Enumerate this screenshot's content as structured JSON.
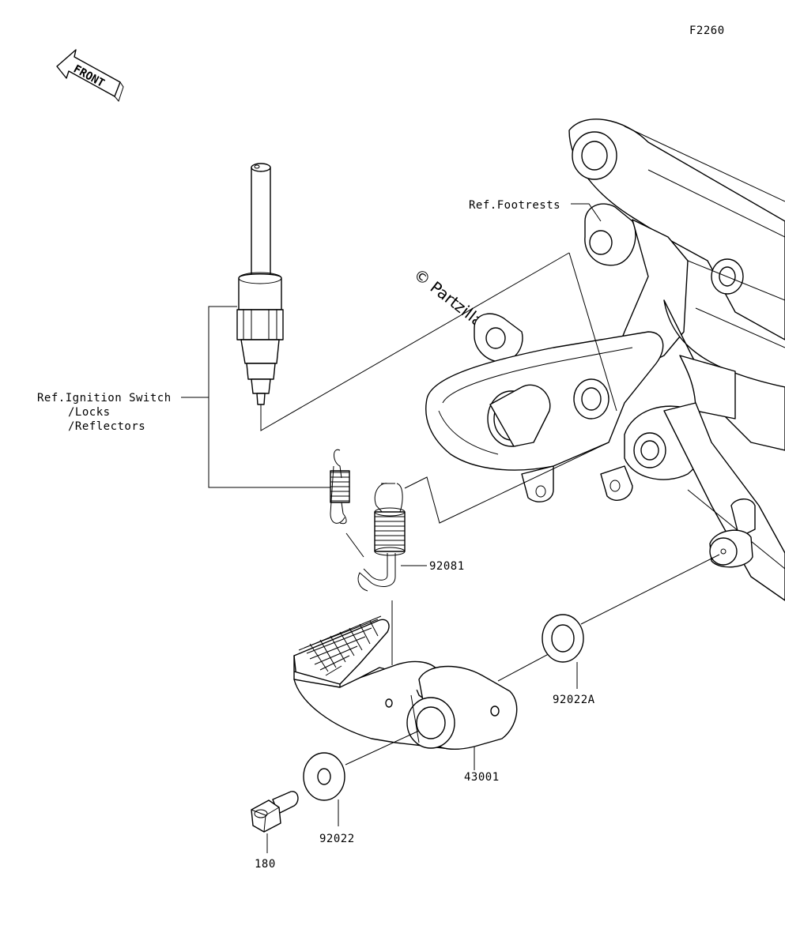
{
  "diagram_id": "F2260",
  "front_label": "FRONT",
  "watermark": "© Partzilla.com",
  "labels": {
    "ref_footrests": "Ref.Footrests",
    "ref_ignition_line1": "Ref.Ignition Switch",
    "ref_ignition_line2": "/Locks",
    "ref_ignition_line3": "/Reflectors",
    "p92081": "92081",
    "p92022A": "92022A",
    "p43001": "43001",
    "p92022": "92022",
    "p180": "180"
  }
}
